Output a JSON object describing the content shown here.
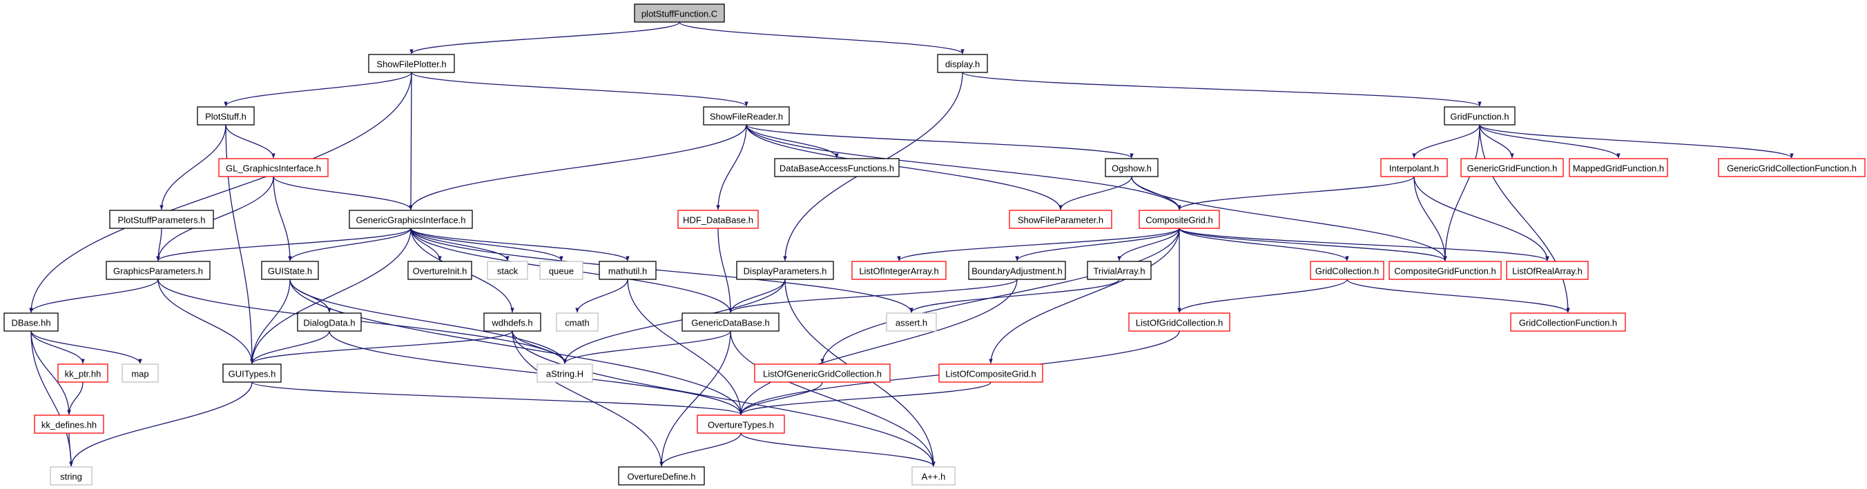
{
  "diagram": {
    "colors": {
      "edge": "#191970",
      "root_fill": "#bfbfbf",
      "node_fill": "#ffffff",
      "border_normal": "#000000",
      "border_truncated": "#ff0000",
      "border_system": "#bfbfbf"
    },
    "nodes": [
      {
        "id": "plotstuff_c",
        "label": "plotStuffFunction.C",
        "kind": "root"
      },
      {
        "id": "showfileplotter",
        "label": "ShowFilePlotter.h",
        "kind": "normal"
      },
      {
        "id": "display",
        "label": "display.h",
        "kind": "normal"
      },
      {
        "id": "plotstuff_h",
        "label": "PlotStuff.h",
        "kind": "normal"
      },
      {
        "id": "showfilereader",
        "label": "ShowFileReader.h",
        "kind": "normal"
      },
      {
        "id": "gridfunction",
        "label": "GridFunction.h",
        "kind": "normal"
      },
      {
        "id": "gl_gi",
        "label": "GL_GraphicsInterface.h",
        "kind": "truncated"
      },
      {
        "id": "dbaccess",
        "label": "DataBaseAccessFunctions.h",
        "kind": "normal"
      },
      {
        "id": "ogshow",
        "label": "Ogshow.h",
        "kind": "normal"
      },
      {
        "id": "interpolant",
        "label": "Interpolant.h",
        "kind": "truncated"
      },
      {
        "id": "genericgridfunction",
        "label": "GenericGridFunction.h",
        "kind": "truncated"
      },
      {
        "id": "mappedgridfunction",
        "label": "MappedGridFunction.h",
        "kind": "truncated"
      },
      {
        "id": "gengridcollfunc",
        "label": "GenericGridCollectionFunction.h",
        "kind": "truncated"
      },
      {
        "id": "plotstuffparams",
        "label": "PlotStuffParameters.h",
        "kind": "normal"
      },
      {
        "id": "genericgi",
        "label": "GenericGraphicsInterface.h",
        "kind": "normal"
      },
      {
        "id": "hdf_db",
        "label": "HDF_DataBase.h",
        "kind": "truncated"
      },
      {
        "id": "showfileparam",
        "label": "ShowFileParameter.h",
        "kind": "truncated"
      },
      {
        "id": "compositegrid",
        "label": "CompositeGrid.h",
        "kind": "truncated"
      },
      {
        "id": "graphicsparams",
        "label": "GraphicsParameters.h",
        "kind": "normal"
      },
      {
        "id": "guistate",
        "label": "GUIState.h",
        "kind": "normal"
      },
      {
        "id": "overtureinit",
        "label": "OvertureInit.h",
        "kind": "normal"
      },
      {
        "id": "stack",
        "label": "stack",
        "kind": "system"
      },
      {
        "id": "queue",
        "label": "queue",
        "kind": "system"
      },
      {
        "id": "mathutil",
        "label": "mathutil.h",
        "kind": "normal"
      },
      {
        "id": "displayparams",
        "label": "DisplayParameters.h",
        "kind": "normal"
      },
      {
        "id": "listofintarray",
        "label": "ListOfIntegerArray.h",
        "kind": "truncated"
      },
      {
        "id": "boundaryadj",
        "label": "BoundaryAdjustment.h",
        "kind": "normal"
      },
      {
        "id": "trivialarray",
        "label": "TrivialArray.h",
        "kind": "normal"
      },
      {
        "id": "gridcollection",
        "label": "GridCollection.h",
        "kind": "truncated"
      },
      {
        "id": "compositegridfunction",
        "label": "CompositeGridFunction.h",
        "kind": "truncated"
      },
      {
        "id": "listofrealarray",
        "label": "ListOfRealArray.h",
        "kind": "truncated"
      },
      {
        "id": "dbase",
        "label": "DBase.hh",
        "kind": "normal"
      },
      {
        "id": "dialogdata",
        "label": "DialogData.h",
        "kind": "normal"
      },
      {
        "id": "wdhdefs",
        "label": "wdhdefs.h",
        "kind": "normal"
      },
      {
        "id": "genericdatabase",
        "label": "GenericDataBase.h",
        "kind": "normal"
      },
      {
        "id": "assert",
        "label": "assert.h",
        "kind": "system"
      },
      {
        "id": "cmath",
        "label": "cmath",
        "kind": "system"
      },
      {
        "id": "listofgridcoll",
        "label": "ListOfGridCollection.h",
        "kind": "truncated"
      },
      {
        "id": "gridcollfunc",
        "label": "GridCollectionFunction.h",
        "kind": "truncated"
      },
      {
        "id": "kk_ptr",
        "label": "kk_ptr.hh",
        "kind": "truncated"
      },
      {
        "id": "map",
        "label": "map",
        "kind": "system"
      },
      {
        "id": "guitypes",
        "label": "GUITypes.h",
        "kind": "normal"
      },
      {
        "id": "astring",
        "label": "aString.H",
        "kind": "system"
      },
      {
        "id": "listofgengridcoll",
        "label": "ListOfGenericGridCollection.h",
        "kind": "truncated"
      },
      {
        "id": "listofcompgrid",
        "label": "ListOfCompositeGrid.h",
        "kind": "truncated"
      },
      {
        "id": "kk_defines",
        "label": "kk_defines.hh",
        "kind": "truncated"
      },
      {
        "id": "overturetypes",
        "label": "OvertureTypes.h",
        "kind": "truncated"
      },
      {
        "id": "string",
        "label": "string",
        "kind": "system"
      },
      {
        "id": "overturedefine",
        "label": "OvertureDefine.h",
        "kind": "normal"
      },
      {
        "id": "aplusplus",
        "label": "A++.h",
        "kind": "system"
      }
    ],
    "edges": [
      [
        "plotstuff_c",
        "showfileplotter"
      ],
      [
        "plotstuff_c",
        "display"
      ],
      [
        "showfileplotter",
        "plotstuff_h"
      ],
      [
        "showfileplotter",
        "showfilereader"
      ],
      [
        "showfileplotter",
        "genericgi"
      ],
      [
        "showfileplotter",
        "dbase"
      ],
      [
        "display",
        "gridfunction"
      ],
      [
        "display",
        "displayparams"
      ],
      [
        "plotstuff_h",
        "gl_gi"
      ],
      [
        "plotstuff_h",
        "plotstuffparams"
      ],
      [
        "plotstuff_h",
        "guitypes"
      ],
      [
        "gl_gi",
        "genericgi"
      ],
      [
        "gl_gi",
        "graphicsparams"
      ],
      [
        "gl_gi",
        "guistate"
      ],
      [
        "plotstuffparams",
        "graphicsparams"
      ],
      [
        "showfilereader",
        "genericgi"
      ],
      [
        "showfilereader",
        "dbaccess"
      ],
      [
        "showfilereader",
        "ogshow"
      ],
      [
        "showfilereader",
        "hdf_db"
      ],
      [
        "showfilereader",
        "showfileparam"
      ],
      [
        "showfilereader",
        "compositegrid"
      ],
      [
        "ogshow",
        "showfileparam"
      ],
      [
        "ogshow",
        "compositegrid"
      ],
      [
        "ogshow",
        "compositegridfunction"
      ],
      [
        "gridfunction",
        "interpolant"
      ],
      [
        "gridfunction",
        "genericgridfunction"
      ],
      [
        "gridfunction",
        "mappedgridfunction"
      ],
      [
        "gridfunction",
        "gengridcollfunc"
      ],
      [
        "gridfunction",
        "compositegridfunction"
      ],
      [
        "gridfunction",
        "gridcollfunc"
      ],
      [
        "interpolant",
        "compositegrid"
      ],
      [
        "interpolant",
        "compositegridfunction"
      ],
      [
        "interpolant",
        "listofrealarray"
      ],
      [
        "compositegrid",
        "listofintarray"
      ],
      [
        "compositegrid",
        "boundaryadj"
      ],
      [
        "compositegrid",
        "trivialarray"
      ],
      [
        "compositegrid",
        "gridcollection"
      ],
      [
        "compositegrid",
        "compositegridfunction"
      ],
      [
        "compositegrid",
        "listofrealarray"
      ],
      [
        "compositegrid",
        "listofgridcoll"
      ],
      [
        "compositegrid",
        "listofgengridcoll"
      ],
      [
        "compositegrid",
        "listofcompgrid"
      ],
      [
        "genericgi",
        "graphicsparams"
      ],
      [
        "genericgi",
        "guistate"
      ],
      [
        "genericgi",
        "overtureinit"
      ],
      [
        "genericgi",
        "stack"
      ],
      [
        "genericgi",
        "queue"
      ],
      [
        "genericgi",
        "mathutil"
      ],
      [
        "genericgi",
        "wdhdefs"
      ],
      [
        "genericgi",
        "genericdatabase"
      ],
      [
        "genericgi",
        "assert"
      ],
      [
        "genericgi",
        "guitypes"
      ],
      [
        "graphicsparams",
        "dbase"
      ],
      [
        "graphicsparams",
        "guitypes"
      ],
      [
        "graphicsparams",
        "astring"
      ],
      [
        "guistate",
        "dialogdata"
      ],
      [
        "guistate",
        "guitypes"
      ],
      [
        "guistate",
        "astring"
      ],
      [
        "guistate",
        "overturetypes"
      ],
      [
        "dialogdata",
        "guitypes"
      ],
      [
        "dialogdata",
        "overturetypes"
      ],
      [
        "mathutil",
        "cmath"
      ],
      [
        "mathutil",
        "overturetypes"
      ],
      [
        "wdhdefs",
        "guitypes"
      ],
      [
        "wdhdefs",
        "astring"
      ],
      [
        "wdhdefs",
        "overturedefine"
      ],
      [
        "wdhdefs",
        "aplusplus"
      ],
      [
        "displayparams",
        "genericdatabase"
      ],
      [
        "displayparams",
        "astring"
      ],
      [
        "displayparams",
        "aplusplus"
      ],
      [
        "hdf_db",
        "genericdatabase"
      ],
      [
        "boundaryadj",
        "genericdatabase"
      ],
      [
        "boundaryadj",
        "overturetypes"
      ],
      [
        "trivialarray",
        "assert"
      ],
      [
        "gridcollection",
        "listofgridcoll"
      ],
      [
        "gridcollection",
        "gridcollfunc"
      ],
      [
        "listofgridcoll",
        "overturetypes"
      ],
      [
        "genericdatabase",
        "astring"
      ],
      [
        "genericdatabase",
        "overturedefine"
      ],
      [
        "genericdatabase",
        "aplusplus"
      ],
      [
        "listofgengridcoll",
        "overturetypes"
      ],
      [
        "listofcompgrid",
        "overturetypes"
      ],
      [
        "dbase",
        "kk_ptr"
      ],
      [
        "dbase",
        "kk_defines"
      ],
      [
        "dbase",
        "map"
      ],
      [
        "dbase",
        "string"
      ],
      [
        "kk_ptr",
        "kk_defines"
      ],
      [
        "kk_defines",
        "string"
      ],
      [
        "guitypes",
        "overturetypes"
      ],
      [
        "guitypes",
        "string"
      ],
      [
        "overturetypes",
        "overturedefine"
      ],
      [
        "overturetypes",
        "aplusplus"
      ]
    ]
  }
}
